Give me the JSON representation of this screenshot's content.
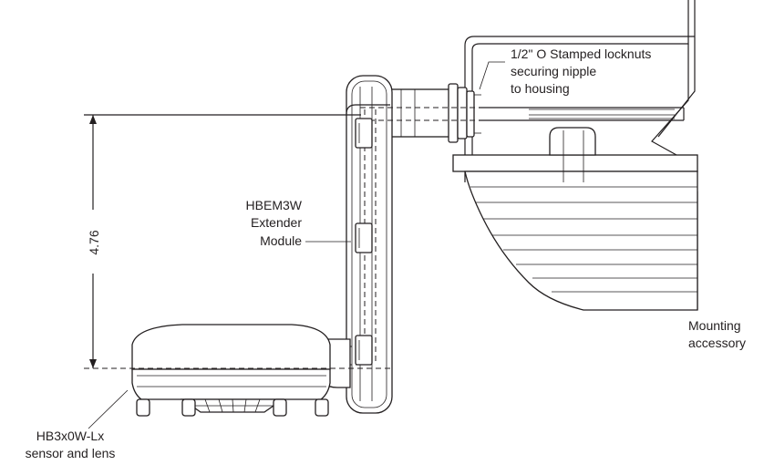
{
  "labels": {
    "locknuts_line1": "1/2\" O Stamped locknuts",
    "locknuts_line2": "securing nipple",
    "locknuts_line3": "to housing",
    "extender_line1": "HBEM3W",
    "extender_line2": "Extender",
    "extender_line3": "Module",
    "mounting_line1": "Mounting",
    "mounting_line2": "accessory",
    "sensor_line1": "HB3x0W-Lx",
    "sensor_line2": "sensor and lens"
  },
  "dimension": {
    "value": "4.76"
  }
}
